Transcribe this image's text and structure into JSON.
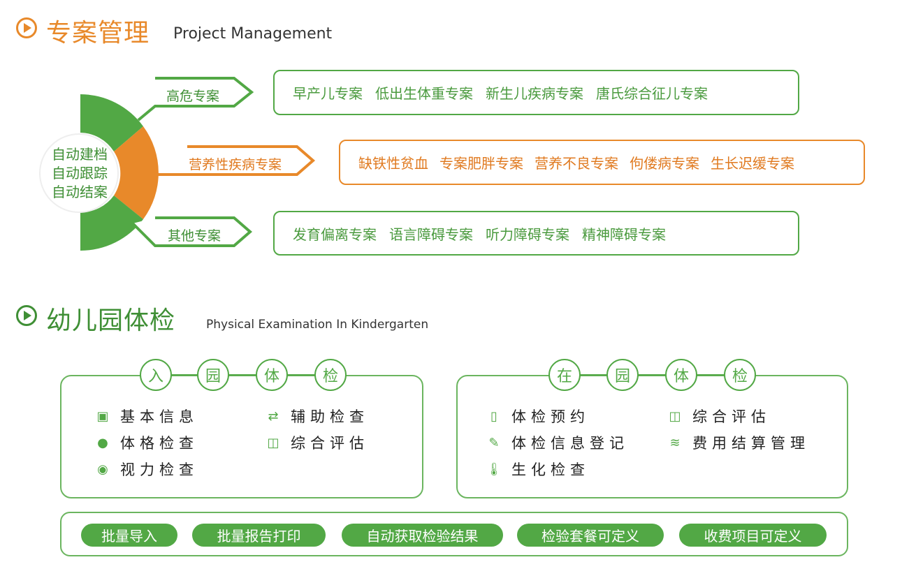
{
  "colors": {
    "green": "#52a845",
    "orange": "#e8892a"
  },
  "section1": {
    "title": "专案管理",
    "subtitle": "Project Management",
    "center": [
      "自动建档",
      "自动跟踪",
      "自动结案"
    ],
    "rows": [
      {
        "label": "高危专案",
        "items": [
          "早产儿专案",
          "低出生体重专案",
          "新生儿疾病专案",
          "唐氏综合征儿专案"
        ]
      },
      {
        "label": "营养性疾病专案",
        "items": [
          "缺铁性贫血",
          "专案肥胖专案",
          "营养不良专案",
          "佝偻病专案",
          "生长迟缓专案"
        ]
      },
      {
        "label": "其他专案",
        "items": [
          "发育偏离专案",
          "语言障碍专案",
          "听力障碍专案",
          "精神障碍专案"
        ]
      }
    ]
  },
  "section2": {
    "title": "幼儿园体检",
    "subtitle": "Physical Examination In Kindergarten",
    "left": {
      "chars": [
        "入",
        "园",
        "体",
        "检"
      ],
      "items": [
        {
          "icon": "id-card-icon",
          "label": "基本信息"
        },
        {
          "icon": "person-icon",
          "label": "体格检查"
        },
        {
          "icon": "eye-icon",
          "label": "视力检查"
        },
        {
          "icon": "repeat-icon",
          "label": "辅助检查"
        },
        {
          "icon": "map-icon",
          "label": "综合评估"
        }
      ]
    },
    "right": {
      "chars": [
        "在",
        "园",
        "体",
        "检"
      ],
      "items": [
        {
          "icon": "phone-icon",
          "label": "体检预约"
        },
        {
          "icon": "edit-icon",
          "label": "体检信息登记"
        },
        {
          "icon": "thermometer-icon",
          "label": "生化检查"
        },
        {
          "icon": "map-icon",
          "label": "综合评估"
        },
        {
          "icon": "coins-icon",
          "label": "费用结算管理"
        }
      ]
    },
    "buttons": [
      "批量导入",
      "批量报告打印",
      "自动获取检验结果",
      "检验套餐可定义",
      "收费项目可定义"
    ]
  }
}
